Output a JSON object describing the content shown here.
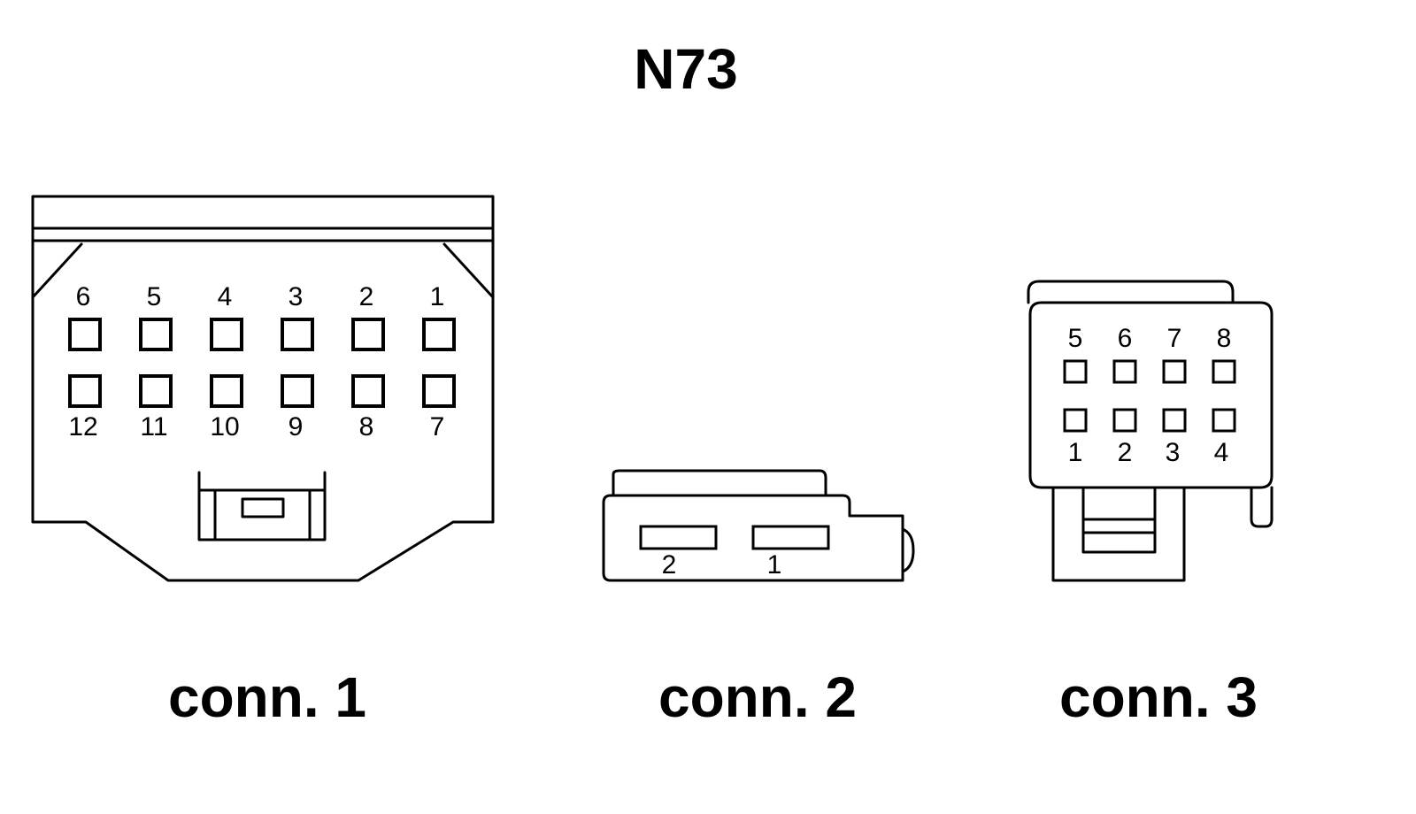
{
  "title": "N73",
  "connectors": [
    {
      "id": "conn1",
      "label": "conn. 1",
      "top_row": [
        "6",
        "5",
        "4",
        "3",
        "2",
        "1"
      ],
      "bottom_row": [
        "12",
        "11",
        "10",
        "9",
        "8",
        "7"
      ]
    },
    {
      "id": "conn2",
      "label": "conn. 2",
      "pins": [
        "2",
        "1"
      ]
    },
    {
      "id": "conn3",
      "label": "conn. 3",
      "top_row": [
        "5",
        "6",
        "7",
        "8"
      ],
      "bottom_row": [
        "1",
        "2",
        "3",
        "4"
      ]
    }
  ]
}
